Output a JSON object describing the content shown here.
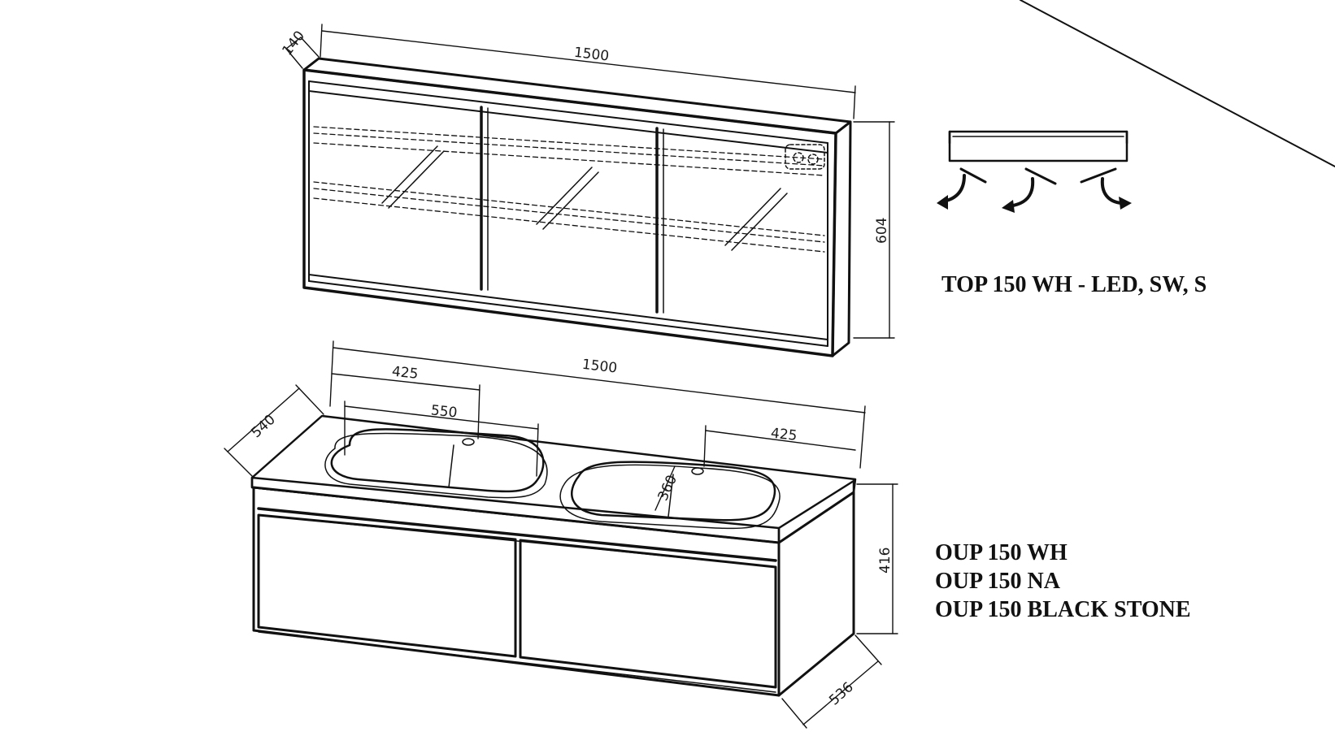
{
  "colors": {
    "ink": "#111111",
    "paper": "#ffffff"
  },
  "mirror_cabinet": {
    "model_label": "TOP 150 WH - LED, SW, S",
    "dim_width": "1500",
    "dim_depth": "140",
    "dim_height": "604"
  },
  "vanity": {
    "model_labels": [
      "OUP 150 WH",
      "OUP 150 NA",
      "OUP 150 BLACK STONE"
    ],
    "dim_width": "1500",
    "dim_depth_top": "540",
    "dim_depth_bottom": "536",
    "dim_height": "416",
    "dim_basin_offset_left": "425",
    "dim_basin_offset_right": "425",
    "dim_basin_width": "550",
    "dim_basin_depth": "360"
  },
  "light_icon": {
    "name": "light-direction-icon"
  }
}
